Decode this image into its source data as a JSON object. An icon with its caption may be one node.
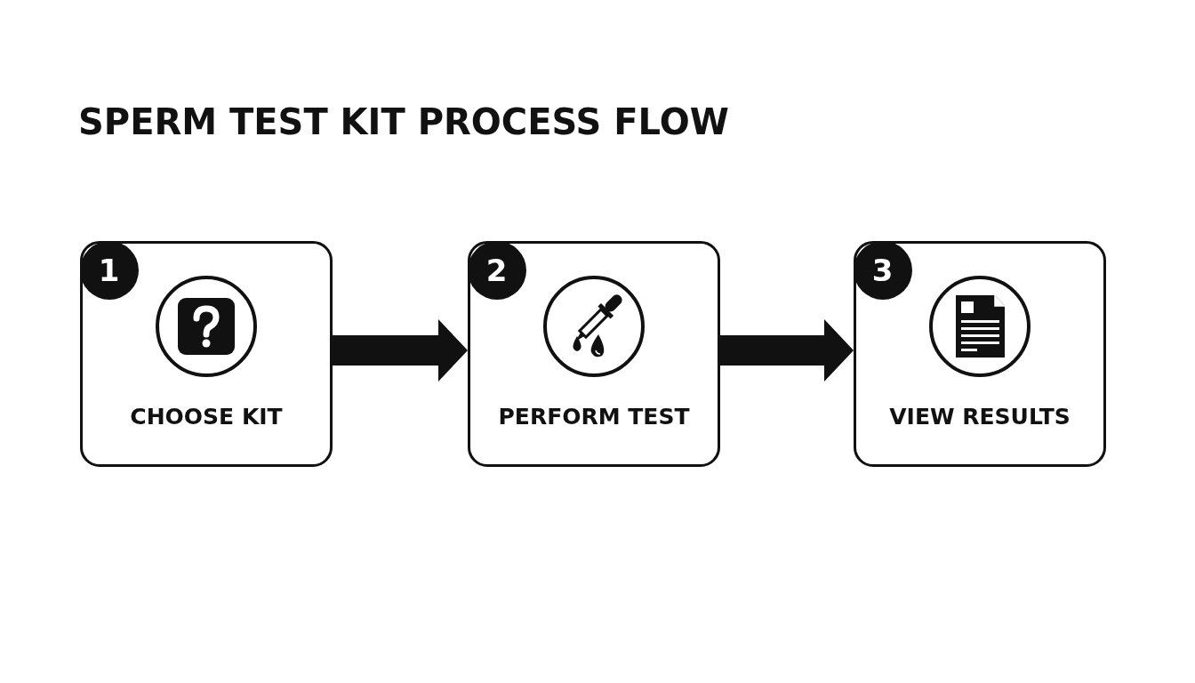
{
  "diagram": {
    "title": "SPERM TEST KIT PROCESS FLOW",
    "nodes": [
      {
        "text": [
          "1",
          "CHOOSE KIT"
        ]
      },
      {
        "text": [
          "2",
          "PERFORM TEST"
        ]
      },
      {
        "text": [
          "3",
          "VIEW RESULTS"
        ]
      }
    ],
    "edges": [
      {
        "from": 0,
        "to": 1,
        "arrow": "to"
      },
      {
        "from": 1,
        "to": 2,
        "arrow": "to"
      }
    ]
  }
}
